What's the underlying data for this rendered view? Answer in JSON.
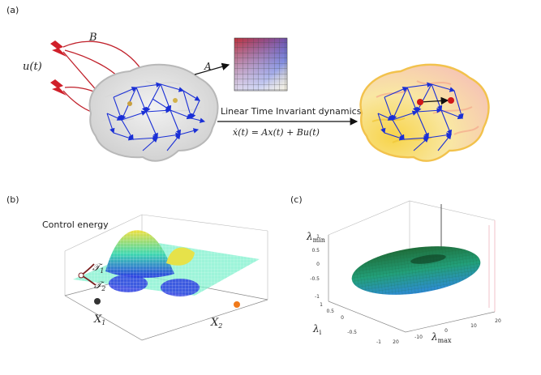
{
  "panels": {
    "a": {
      "label": "(a)",
      "input_label": "u(t)",
      "b_label": "B",
      "a_label": "A",
      "dynamics_title": "Linear Time Invariant dynamics",
      "equation": "ẋ(t) = Ax(t) + Bu(t)"
    },
    "b": {
      "label": "(b)",
      "title": "Control energy",
      "t1": "𝒯",
      "t1_sub": "1",
      "t2": "𝒯",
      "t2_sub": "2",
      "x1": "X",
      "x1_sub": "1",
      "x2": "X",
      "x2_sub": "2"
    },
    "c": {
      "label": "(c)",
      "lambda_min": "λ",
      "lambda_min_sub": "min",
      "lambda_i": "λ",
      "lambda_i_sub": "i",
      "lambda_max": "λ",
      "lambda_max_sub": "max",
      "z_ticks": [
        "1",
        "0.5",
        "0",
        "-0.5",
        "-1"
      ],
      "y_ticks": [
        "1",
        "0.5",
        "0",
        "-0.5",
        "-1"
      ],
      "x_ticks": [
        "20",
        "-10",
        "0",
        "10",
        "20"
      ]
    }
  },
  "colors": {
    "arrow_red": "#c0202a",
    "arrow_blue": "#1a2fd6",
    "ellipsoid_top": "#1f6e3a",
    "ellipsoid_bottom": "#2e8bd8"
  }
}
